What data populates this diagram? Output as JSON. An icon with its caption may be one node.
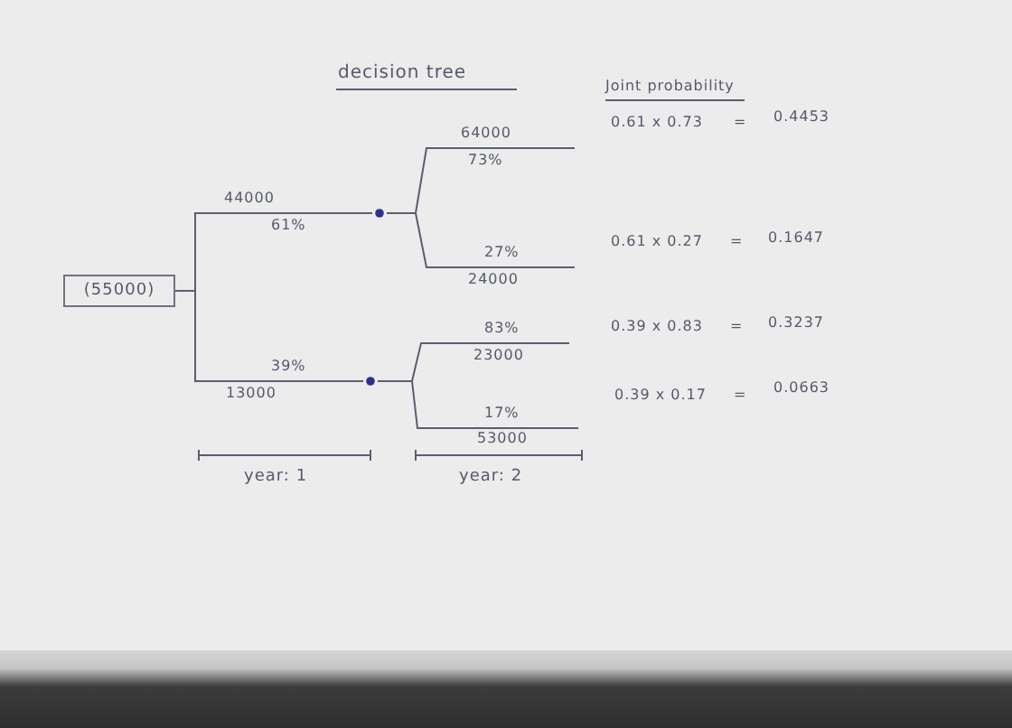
{
  "diagram": {
    "title": "decision tree",
    "nodes": [
      {
        "text": [
          "(55000)"
        ]
      },
      {
        "text": [],
        "shape": "circle"
      },
      {
        "text": [],
        "shape": "circle"
      }
    ],
    "edges": [
      {
        "from": 0,
        "to": 1,
        "arrow": "none",
        "label": "44000"
      },
      {
        "from": 0,
        "to": 2,
        "arrow": "none",
        "label": "39%"
      },
      {
        "from": 1,
        "to": null,
        "arrow": "none",
        "label": "64000"
      },
      {
        "from": 1,
        "to": null,
        "arrow": "none",
        "label": "27%"
      },
      {
        "from": 2,
        "to": null,
        "arrow": "none",
        "label": "83%"
      },
      {
        "from": 2,
        "to": null,
        "arrow": "none",
        "label": "17%"
      }
    ],
    "labels": [
      "61%",
      "13000",
      "73%",
      "24000",
      "23000",
      "53000",
      "Joint probability",
      "0.61 x 0.73",
      "=",
      "0.4453",
      "0.61 x 0.27",
      "=",
      "0.1647",
      "0.39 x 0.83",
      "=",
      "0.3237",
      "0.39 x 0.17",
      "=",
      "0.0663",
      "year: 1",
      "year: 2"
    ]
  }
}
